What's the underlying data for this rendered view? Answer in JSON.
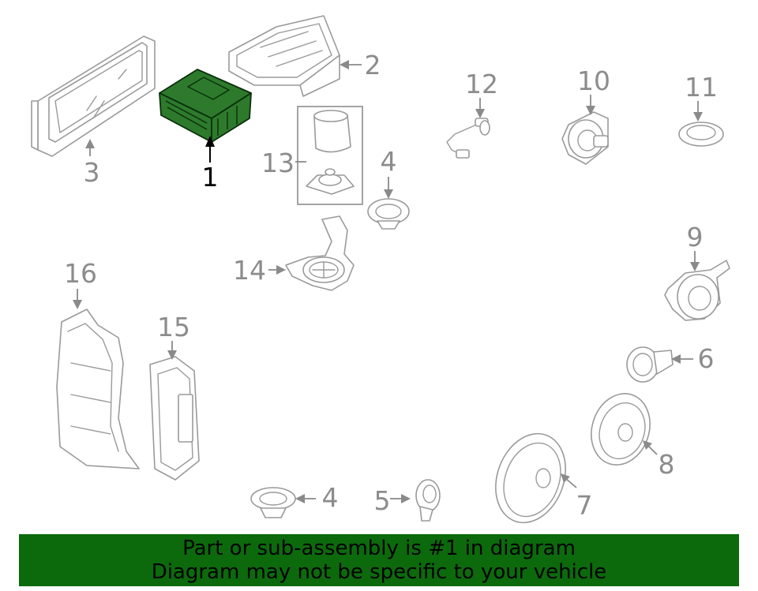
{
  "callouts": {
    "c1": "1",
    "c2": "2",
    "c3": "3",
    "c4a": "4",
    "c4b": "4",
    "c5": "5",
    "c6": "6",
    "c7": "7",
    "c8": "8",
    "c9": "9",
    "c10": "10",
    "c11": "11",
    "c12": "12",
    "c13": "13",
    "c14": "14",
    "c15": "15",
    "c16": "16"
  },
  "banner": {
    "line1": "Part or sub-assembly is #1 in diagram",
    "line2": "Diagram may not be specific to your vehicle",
    "color": "#0c6a0c"
  },
  "colors": {
    "highlight": "#2d7a2d",
    "line_art": "#9a9a9a"
  }
}
